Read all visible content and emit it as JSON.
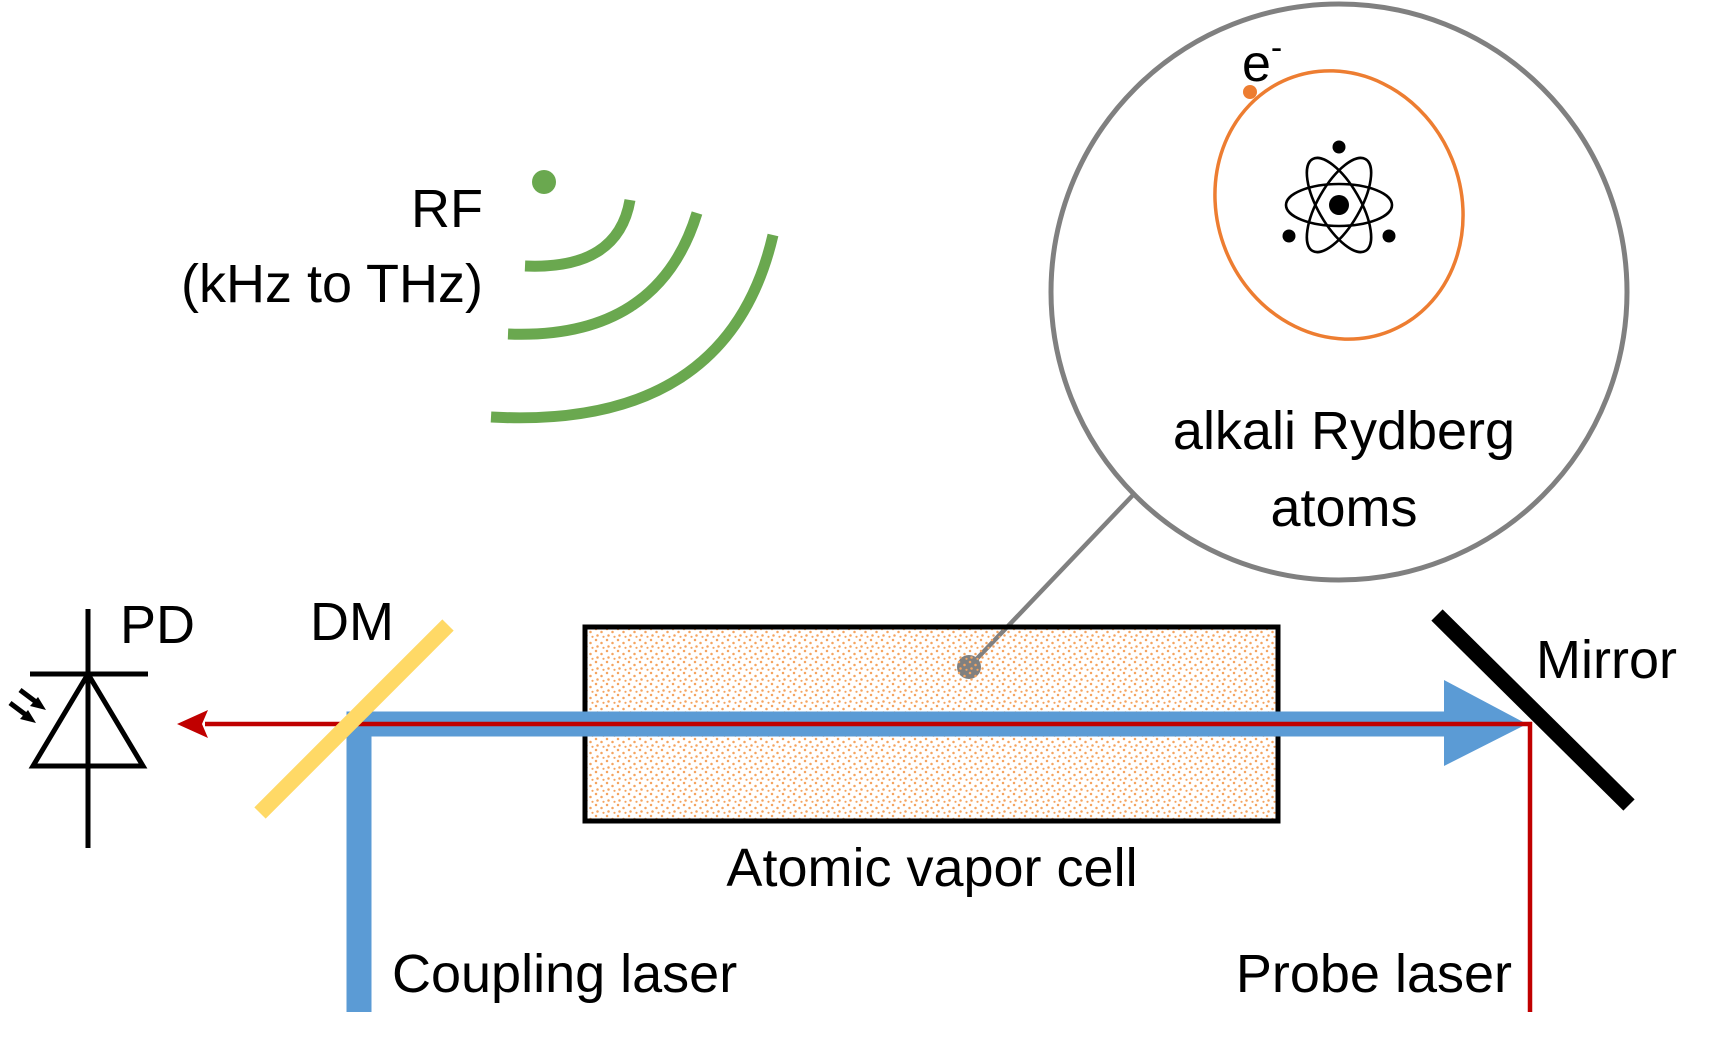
{
  "labels": {
    "rf_title": "RF",
    "rf_range": "(kHz to THz)",
    "electron": "e",
    "electron_sup": "-",
    "inset_line1": "alkali Rydberg",
    "inset_line2": "atoms",
    "pd": "PD",
    "dm": "DM",
    "mirror": "Mirror",
    "vapor_cell": "Atomic vapor cell",
    "coupling_laser": "Coupling laser",
    "probe_laser": "Probe laser"
  },
  "colors": {
    "rf_wave": "#6aa84f",
    "coupling_beam": "#5b9bd5",
    "probe_beam": "#c00000",
    "dichroic_mirror": "#ffd966",
    "orbit": "#ed7d31",
    "inset_circle": "#808080",
    "outline": "#000000"
  },
  "icons": {
    "photodiode": "photodiode-symbol-icon",
    "atom": "atom-icon"
  }
}
